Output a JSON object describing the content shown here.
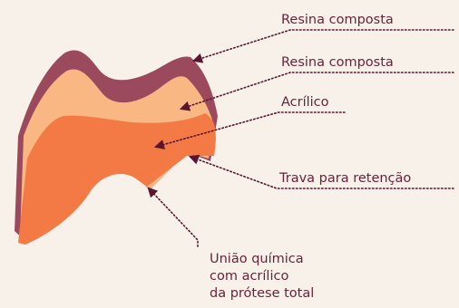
{
  "colors": {
    "background": "#f7f1ea",
    "outer_layer": "#9b4a5e",
    "middle_layer": "#f8b783",
    "inner_layer": "#f47a45",
    "label_text": "#6b1f3a",
    "leader_lines": "#5a1530"
  },
  "labels": {
    "resina_outer": "Resina composta",
    "resina_inner": "Resina composta",
    "acrilico": "Acrílico",
    "trava": "Trava para retenção",
    "uniao": [
      "União química",
      "com acrílico",
      "da prótese total"
    ]
  }
}
